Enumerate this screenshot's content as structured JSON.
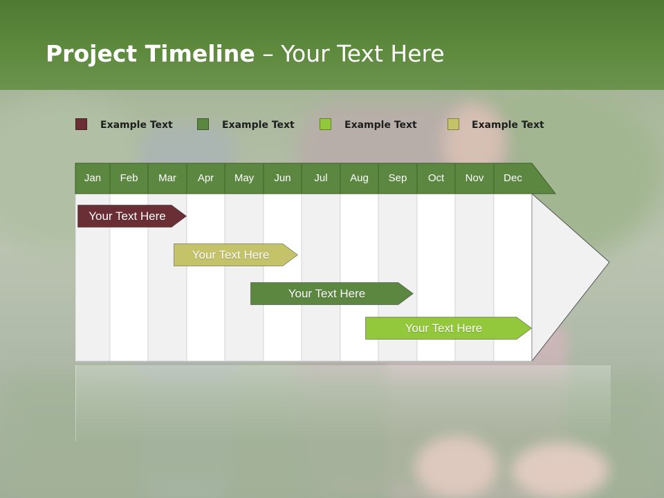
{
  "slide": {
    "title_bold": "Project Timeline",
    "title_rest": " – Your Text Here"
  },
  "legend": [
    {
      "label": "Example Text",
      "color": "#6a2f35"
    },
    {
      "label": "Example Text",
      "color": "#5b8740"
    },
    {
      "label": "Example Text",
      "color": "#93c83d"
    },
    {
      "label": "Example Text",
      "color": "#c5c36a"
    }
  ],
  "timeline": {
    "months": [
      "Jan",
      "Feb",
      "Mar",
      "Apr",
      "May",
      "Jun",
      "Jul",
      "Aug",
      "Sep",
      "Oct",
      "Nov",
      "Dec"
    ],
    "header_color": "#5b8740",
    "tasks": [
      {
        "label": "Your  Text Here",
        "color": "#6a2f35",
        "start_month": 1,
        "end_month": 4.0
      },
      {
        "label": "Your  Text Here",
        "color": "#c5c36a",
        "start_month": 3.6,
        "end_month": 6.9
      },
      {
        "label": "Your  Text Here",
        "color": "#5b8740",
        "start_month": 5.6,
        "end_month": 9.9
      },
      {
        "label": "Your  Text Here",
        "color": "#93c83d",
        "start_month": 8.6,
        "end_month": 13.0
      }
    ]
  }
}
